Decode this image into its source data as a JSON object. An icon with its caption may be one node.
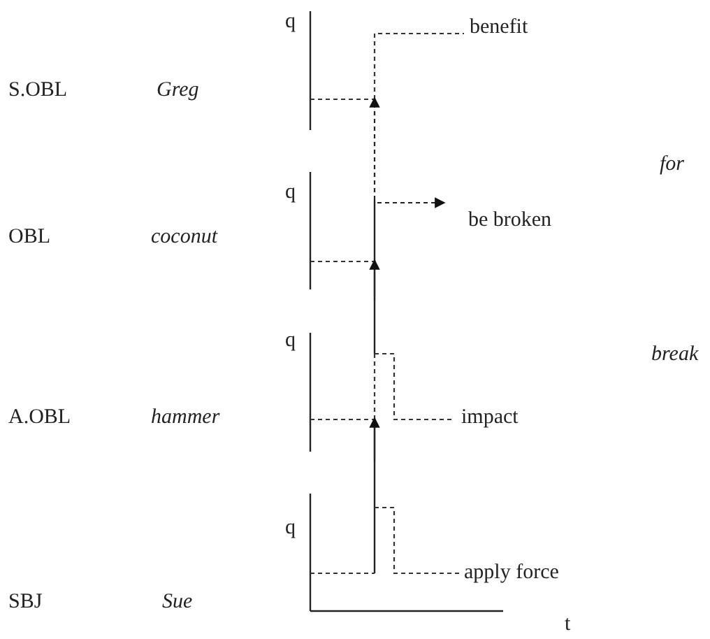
{
  "diagram": {
    "labels": [
      "q",
      "benefit",
      "S.OBL",
      "Greg",
      "for",
      "q",
      "be broken",
      "OBL",
      "coconut",
      "q",
      "break",
      "A.OBL",
      "hammer",
      "impact",
      "q",
      "SBJ",
      "Sue",
      "apply force",
      "t"
    ]
  }
}
